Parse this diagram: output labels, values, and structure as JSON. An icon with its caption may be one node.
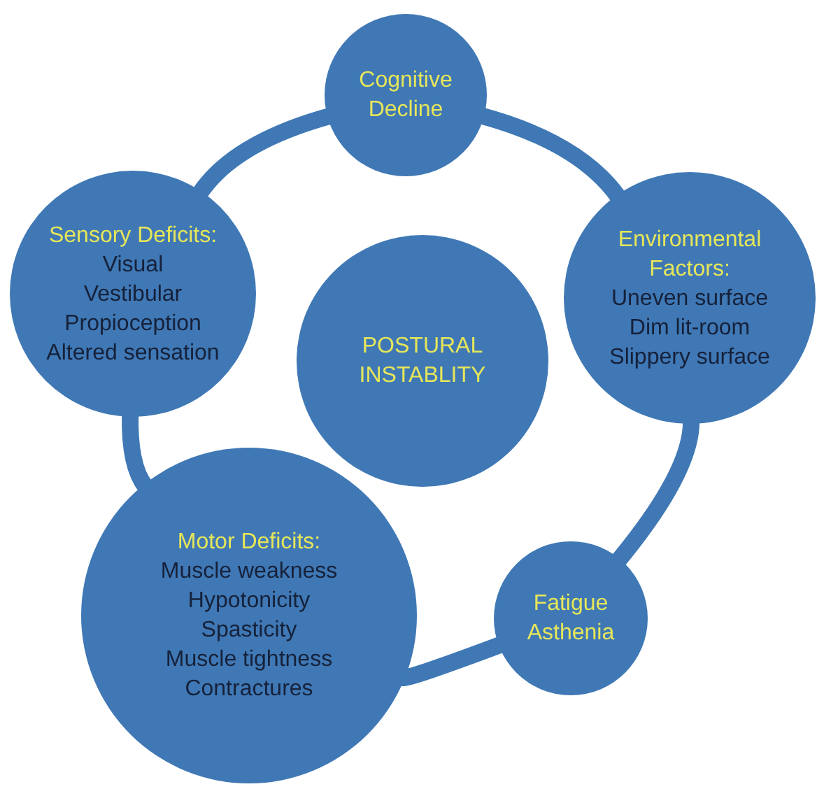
{
  "diagram": {
    "nodes": [
      {
        "text": [
          "Cognitive Decline"
        ]
      },
      {
        "text": [
          "Sensory Deficits:",
          "Visual",
          "Vestibular",
          "Propioception",
          "Altered sensation"
        ]
      },
      {
        "text": [
          "Environmental Factors:",
          "Uneven surface",
          "Dim lit-room",
          "Slippery surface"
        ]
      },
      {
        "text": [
          "POSTURAL INSTABLITY"
        ]
      },
      {
        "text": [
          "Motor Deficits:",
          "Muscle weakness",
          "Hypotonicity",
          "Spasticity",
          "Muscle tightness",
          "Contractures"
        ]
      },
      {
        "text": [
          "Fatigue Asthenia"
        ]
      }
    ],
    "edges": [
      {
        "from": 0,
        "to": 2,
        "arrow": "none"
      },
      {
        "from": 2,
        "to": 5,
        "arrow": "none"
      },
      {
        "from": 5,
        "to": 4,
        "arrow": "none"
      },
      {
        "from": 4,
        "to": 1,
        "arrow": "none"
      },
      {
        "from": 1,
        "to": 0,
        "arrow": "none"
      }
    ]
  }
}
